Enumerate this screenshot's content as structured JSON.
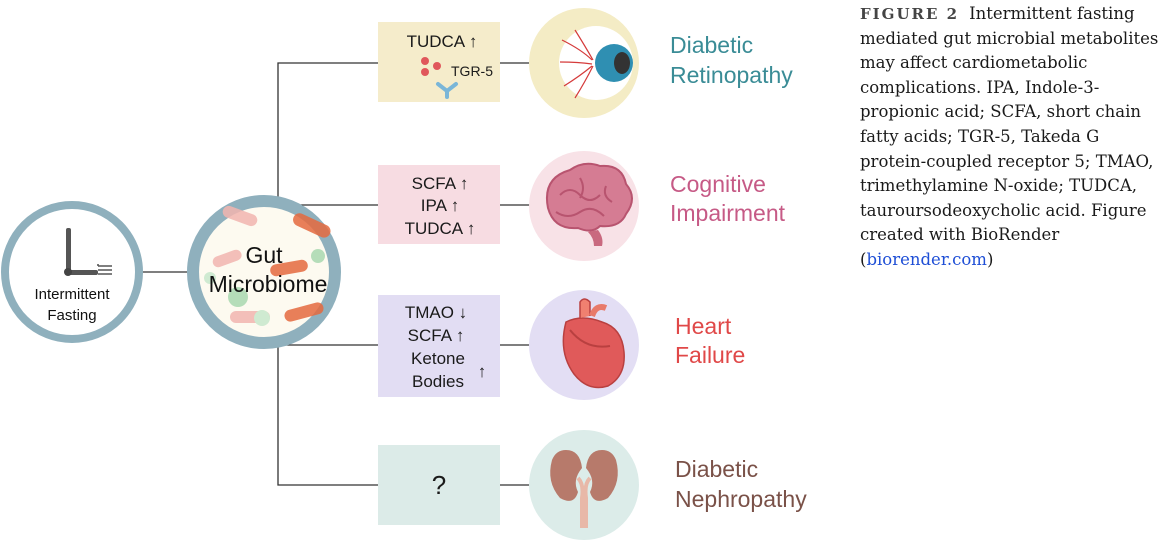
{
  "center": {
    "fasting_line1": "Intermittent",
    "fasting_line2": "Fasting",
    "microbiome_line1": "Gut",
    "microbiome_line2": "Microbiome"
  },
  "branches": [
    {
      "metabolites": [
        "TUDCA ↑",
        "TGR-5"
      ],
      "organ_icon": "eye-icon",
      "label_line1": "Diabetic",
      "label_line2": "Retinopathy",
      "label_color": "#3a8c96",
      "box_color": "#f5eccb",
      "circle_color": "#f4ecc5"
    },
    {
      "metabolites": [
        "SCFA ↑",
        "IPA ↑",
        "TUDCA ↑"
      ],
      "organ_icon": "brain-icon",
      "label_line1": "Cognitive",
      "label_line2": "Impairment",
      "label_color": "#c65a86",
      "box_color": "#f7dce2",
      "circle_color": "#f8e2e7"
    },
    {
      "metabolites": [
        "TMAO ↓",
        "SCFA ↑",
        "Ketone",
        "Bodies"
      ],
      "metabolite_arrow": "↑",
      "organ_icon": "heart-icon",
      "label_line1": "Heart",
      "label_line2": "Failure",
      "label_color": "#e04848",
      "box_color": "#e2ddf3",
      "circle_color": "#e3def4"
    },
    {
      "metabolites": [
        "?"
      ],
      "organ_icon": "kidney-icon",
      "label_line1": "Diabetic",
      "label_line2": "Nephropathy",
      "label_color": "#7a5148",
      "box_color": "#dcebe8",
      "circle_color": "#dcece9"
    }
  ],
  "caption": {
    "figure_label": "FIGURE 2",
    "text": "Intermittent fasting mediated gut microbial metabolites may affect cardiometabolic complications. IPA, Indole-3-propionic acid; SCFA, short chain fatty acids; TGR-5, Takeda G protein-coupled receptor 5; TMAO, trimethylamine N-oxide; TUDCA, tauroursodeoxycholic acid. Figure created with BioRender (",
    "link_text": "biorender.com",
    "text_end": ")"
  },
  "colors": {
    "ring": "#8fb0bd",
    "connector": "#333333"
  }
}
